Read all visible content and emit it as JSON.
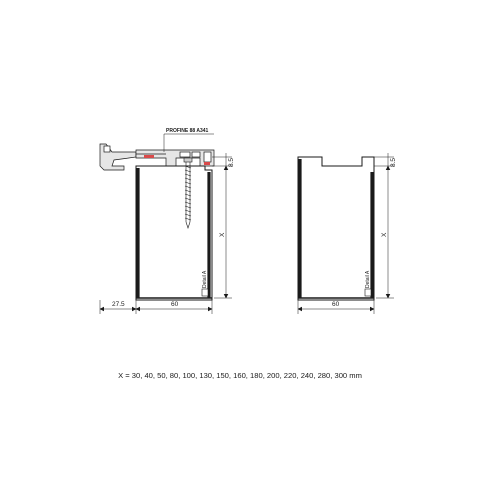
{
  "left_profile": {
    "callout_label": "PROFINE 88 A341",
    "dim_top": "8.5",
    "dim_height": "X",
    "dim_offset": "27.5",
    "dim_width": "60",
    "detail_label": "Detail A"
  },
  "right_profile": {
    "dim_top": "8.5",
    "dim_height": "X",
    "dim_width": "60",
    "detail_label": "Detail A"
  },
  "caption": "X = 30, 40, 50, 80, 100, 130, 150, 160, 180, 200, 220, 240, 280, 300 mm",
  "colors": {
    "line": "#1a1a1a",
    "profile_fill": "#e6e6e6",
    "gasket": "#d94a4a"
  }
}
